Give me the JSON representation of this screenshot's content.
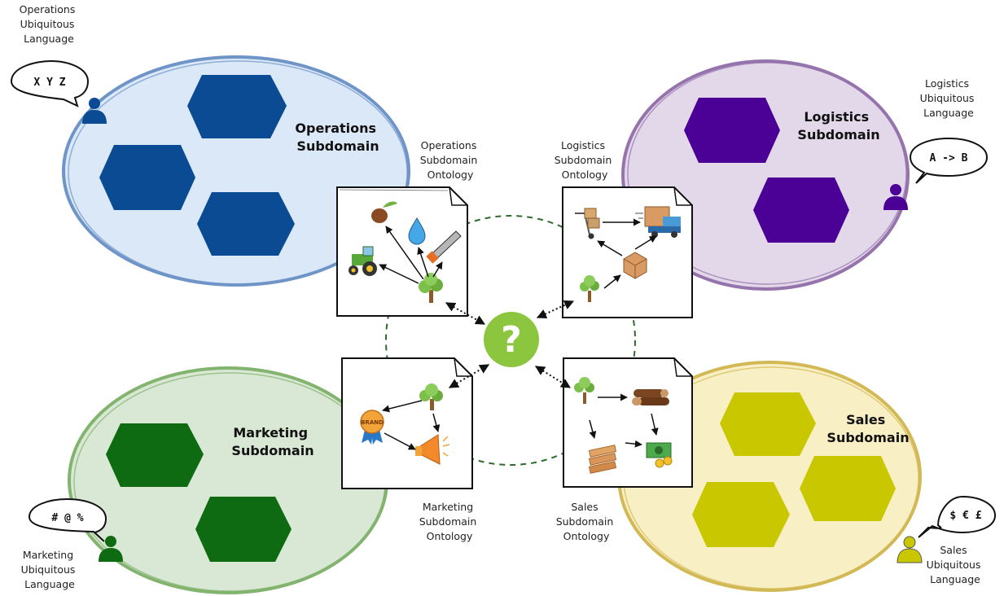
{
  "center": {
    "symbol": "?"
  },
  "quadrants": {
    "operations": {
      "color": "#0a4b94",
      "region_fill": "#dbe8f7",
      "region_stroke": "#6f95c8",
      "subdomain": [
        "Operations",
        "Subdomain"
      ],
      "language_label": [
        "Operations",
        "Ubiquitous",
        "Language"
      ],
      "bubble": "X Y Z",
      "ontology_label": [
        "Operations",
        "Subdomain",
        "Ontology"
      ],
      "ontology_icons": [
        "seed-icon",
        "water-drop-icon",
        "saw-icon",
        "tractor-icon",
        "tree-icon"
      ]
    },
    "logistics": {
      "color": "#4b0096",
      "region_fill": "#e3d8ea",
      "region_stroke": "#9573ad",
      "subdomain": [
        "Logistics",
        "Subdomain"
      ],
      "language_label": [
        "Logistics",
        "Ubiquitous",
        "Language"
      ],
      "bubble": "A -> B",
      "ontology_label": [
        "Logistics",
        "Subdomain",
        "Ontology"
      ],
      "ontology_icons": [
        "hand-truck-icon",
        "delivery-truck-icon",
        "box-icon",
        "tree-icon"
      ]
    },
    "marketing": {
      "color": "#0f6b12",
      "region_fill": "#d9e8d4",
      "region_stroke": "#83b46f",
      "subdomain": [
        "Marketing",
        "Subdomain"
      ],
      "language_label": [
        "Marketing",
        "Ubiquitous",
        "Language"
      ],
      "bubble": "# @ %",
      "ontology_label": [
        "Marketing",
        "Subdomain",
        "Ontology"
      ],
      "ontology_icons": [
        "tree-icon",
        "brand-badge-icon",
        "megaphone-icon"
      ],
      "brand_text": "BRAND"
    },
    "sales": {
      "color": "#c9c800",
      "region_fill": "#f9efc4",
      "region_stroke": "#d3b955",
      "subdomain": [
        "Sales",
        "Subdomain"
      ],
      "language_label": [
        "Sales",
        "Ubiquitous",
        "Language"
      ],
      "bubble": "$ € £",
      "ontology_label": [
        "Sales",
        "Subdomain",
        "Ontology"
      ],
      "ontology_icons": [
        "tree-icon",
        "logs-icon",
        "planks-icon",
        "money-icon"
      ]
    }
  },
  "colors": {
    "question": "#8cc63f",
    "dashed_circle": "#2e6b2e",
    "ink": "#111111"
  }
}
